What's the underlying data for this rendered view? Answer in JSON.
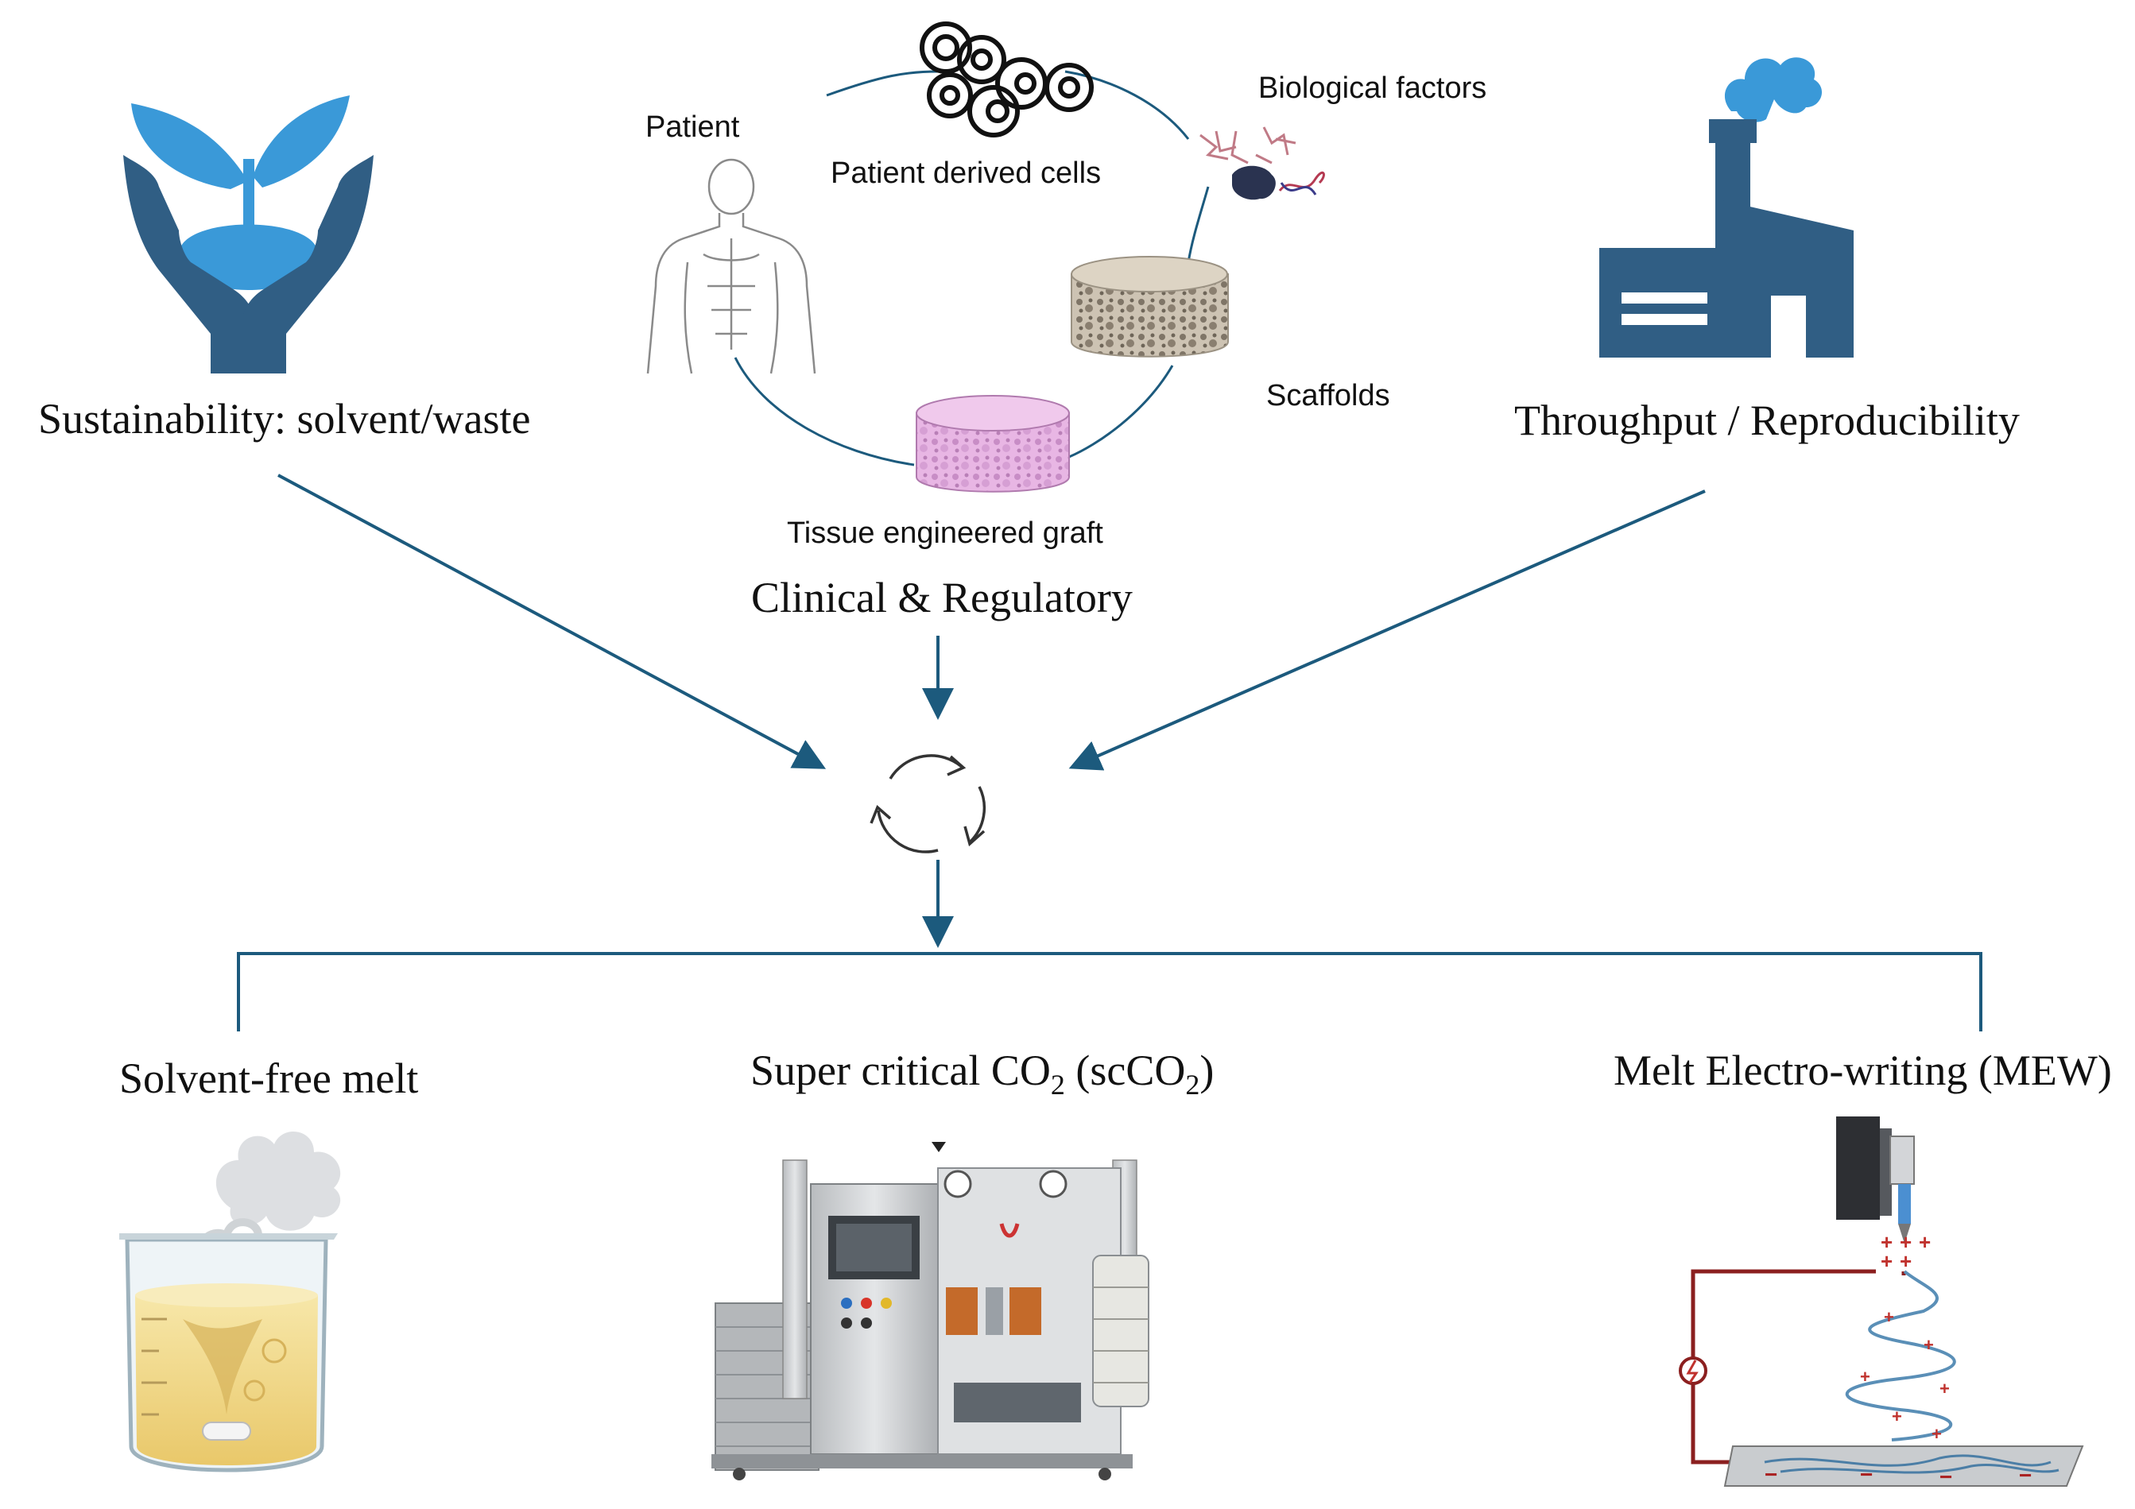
{
  "drivers": {
    "sustainability": "Sustainability: solvent/waste",
    "clinical": "Clinical & Regulatory",
    "throughput": "Throughput / Reproducibility"
  },
  "cycle_labels": {
    "patient": "Patient",
    "patient_cells": "Patient derived cells",
    "bio_factors": "Biological factors",
    "scaffolds": "Scaffolds",
    "graft": "Tissue engineered graft"
  },
  "techniques": {
    "melt": "Solvent-free melt",
    "scco2_prefix": "Super critical CO",
    "scco2_sub1": "2",
    "scco2_mid": " (scCO",
    "scco2_sub2": "2",
    "scco2_suffix": ")",
    "mew": "Melt Electro-writing (MEW)"
  },
  "colors": {
    "arrow": "#1c5a7d",
    "icon_blue": "#3a99d8",
    "icon_dark": "#305e84",
    "scaffold_beige": "#c9bfae",
    "graft_pink": "#e7b7e3",
    "liquid_gold": "#f1d98a"
  },
  "icons": {
    "sustainability": "hands-holding-plant-icon",
    "throughput": "factory-icon",
    "cycle": "refresh-cycle-icon",
    "patient": "human-body-icon",
    "cells": "cells-icon",
    "bio_factors": "biological-factors-icon",
    "scaffold": "scaffold-cylinder-icon",
    "graft": "graft-cylinder-icon",
    "melt": "beaker-icon",
    "scco2": "scco2-machine-icon",
    "mew": "mew-printer-icon"
  }
}
